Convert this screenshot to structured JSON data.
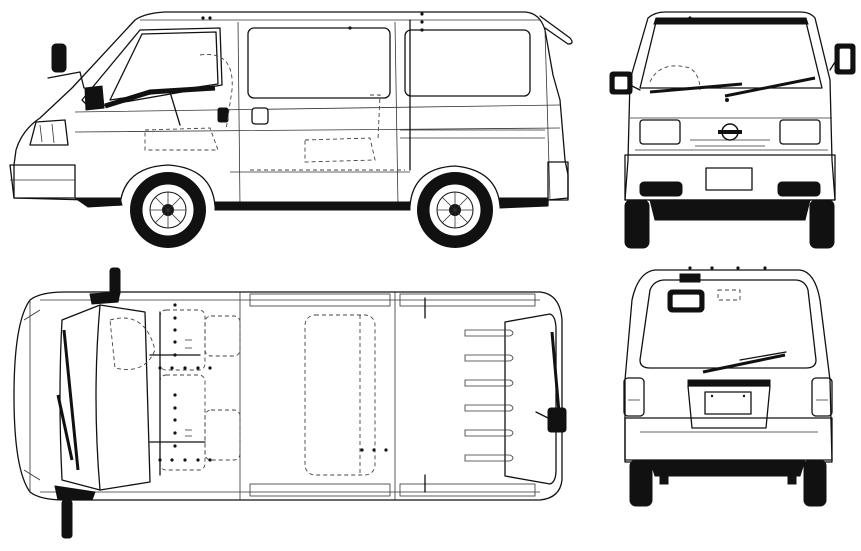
{
  "drawing": {
    "views": [
      "side-view",
      "front-view",
      "top-view",
      "rear-view"
    ],
    "colors": {
      "line": "#111111",
      "fill": "#ffffff",
      "shade": "#e6e6e6"
    },
    "icons": [
      "emblem-icon",
      "wheel-icon",
      "mirror-icon",
      "wiper-icon"
    ]
  }
}
